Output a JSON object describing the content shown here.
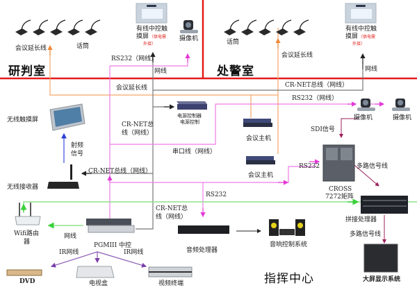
{
  "rooms": {
    "left": "研判室",
    "right": "处警室",
    "center": "指挥中心"
  },
  "labels": {
    "mic_left": "话筒",
    "mic_right": "话筒",
    "ext_left": "会议延长线",
    "ext_right": "会议延长线",
    "ext_mid": "会议延长线",
    "touch_left_line1": "有线中控触",
    "touch_left_line2": "摸屏",
    "touch_left_note1": "（供电需",
    "touch_left_note2": "外接）",
    "touch_right_line1": "有线中控触",
    "touch_right_line2": "摸屏",
    "touch_right_note1": "（供电需",
    "touch_right_note2": "外接）",
    "camera_top": "摄像机",
    "rs232_top": "RS232（网线）",
    "net_top_left": "网线",
    "net_top_right": "网线",
    "crnet_top": "CR-NET总线（网线）",
    "rs232_mid": "RS232（网线）",
    "camera_a": "摄像机",
    "camera_b": "摄像机",
    "power_ctrl_1": "电源控制器",
    "power_ctrl_2": "电源控制",
    "crnet_left_1": "CR-NET总",
    "crnet_left_2": "线（网线）",
    "wireless_touch": "无线触摸屏",
    "rf_1": "射频",
    "rf_2": "信号",
    "serial": "串口线（网线）",
    "conf_host_1": "会议主机",
    "conf_host_2": "会议主机",
    "sdi": "SDI信号",
    "crnet_recv": "CR-NET总线（网线）",
    "wireless_recv": "无线接收器",
    "rs232_matrix": "RS232",
    "multi_signal_1": "多路信号线",
    "cross_1": "CROSS",
    "cross_2": "7272矩阵",
    "rs232_low": "RS232",
    "crnet_low_1": "CR-NET总",
    "crnet_low_2": "线（网线）",
    "wifi_1": "Wifi路由",
    "wifi_2": "器",
    "net_wifi": "网线",
    "pgm": "PGMIII 中控",
    "ir_left": "IR网线",
    "ir_right": "IR网线",
    "audio_proc": "音频处理器",
    "audio_sys": "音响控制系统",
    "splice_proc": "拼接处理器",
    "multi_signal_2": "多路信号线",
    "dvd": "DVD",
    "tvbox": "电视盒",
    "video_term": "视频终端",
    "big_screen": "大屏显示系统"
  },
  "colors": {
    "room_divider": "#e41a1a",
    "conference_ext": "#f5a66a",
    "rs232": "#ee7be6",
    "crnet": "#777777",
    "wifi": "#8de28a",
    "rf": "#4b57e0",
    "ir": "#8a5bb5",
    "signal": "#9b3a72"
  }
}
